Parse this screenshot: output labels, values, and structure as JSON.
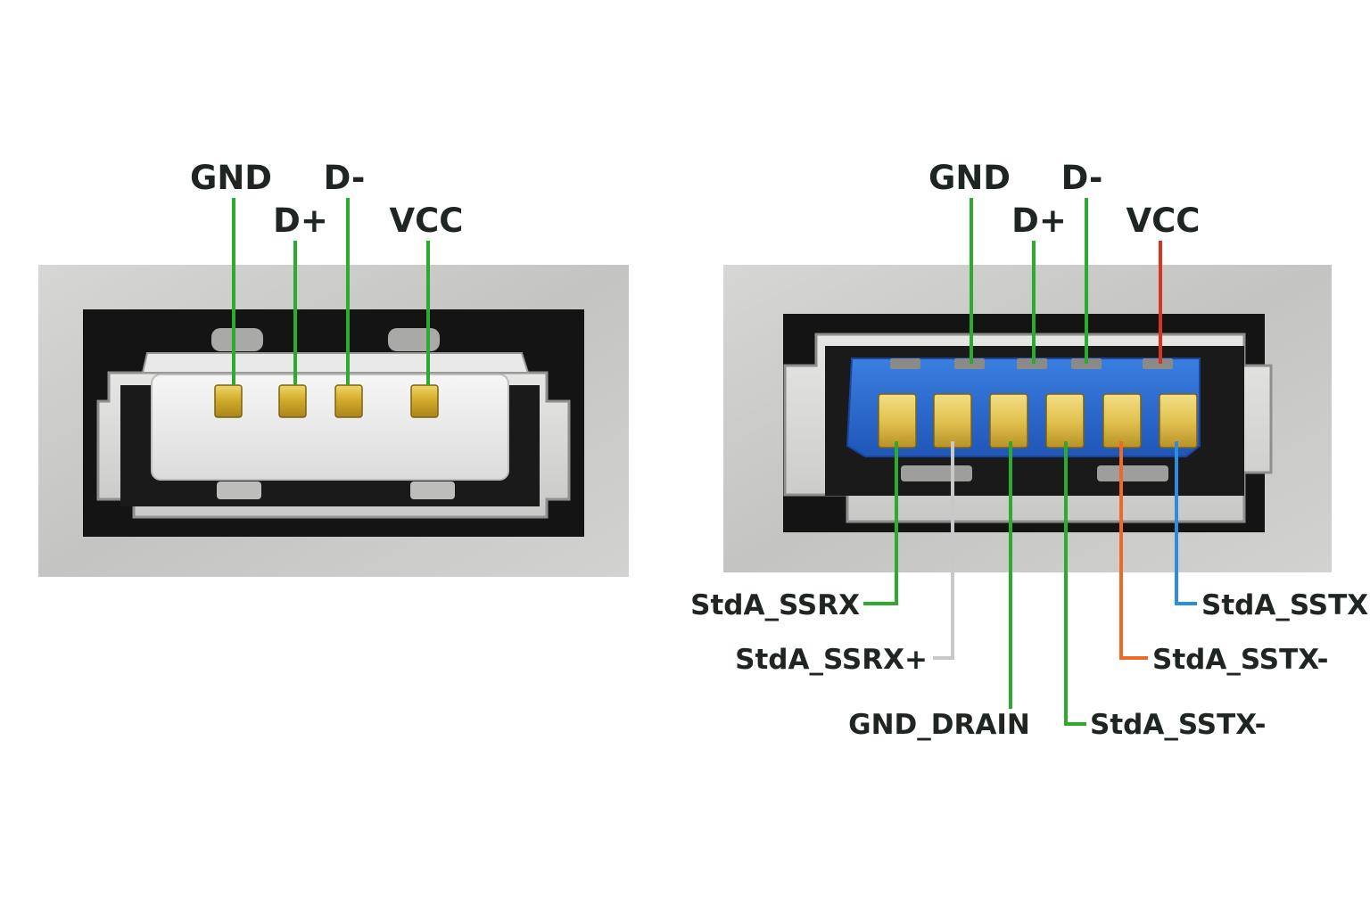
{
  "colors": {
    "green": "#2eaa2e",
    "red": "#d9341f",
    "gray_wire": "#c8c8c8",
    "orange": "#ee6a24",
    "blue": "#2a8de0",
    "usb3_blue": "#2f6fd6",
    "gold": "#d2ad2c",
    "metal": "#c9c9c7",
    "label_text": "#1f2622"
  },
  "usb2_connector": {
    "top_labels": {
      "gnd": "GND",
      "d_plus": "D+",
      "d_minus": "D-",
      "vcc": "VCC"
    }
  },
  "usb3_connector": {
    "top_labels": {
      "gnd": "GND",
      "d_plus": "D+",
      "d_minus": "D-",
      "vcc": "VCC"
    },
    "bottom_labels": {
      "ssrx_minus": "StdA_SSRX",
      "ssrx_plus": "StdA_SSRX+",
      "gnd_drain": "GND_DRAIN",
      "sstx_minus_a": "StdA_SSTX-",
      "sstx_minus_b": "StdA_SSTX-",
      "sstx_plus": "StdA_SSTX+"
    },
    "wire_colors": {
      "gnd": "green",
      "d_plus": "green",
      "d_minus": "green",
      "vcc": "red",
      "ssrx_minus": "green",
      "ssrx_plus": "gray_wire",
      "gnd_drain": "green",
      "sstx_minus_a": "green",
      "sstx_minus_b": "orange",
      "sstx_plus": "blue"
    }
  }
}
